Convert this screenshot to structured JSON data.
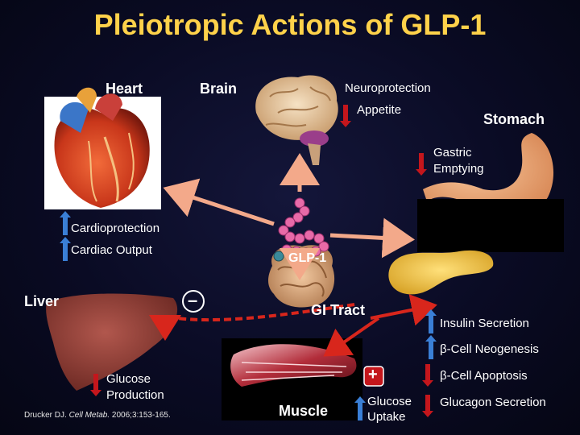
{
  "title": "Pleiotropic Actions of GLP-1",
  "center": {
    "label": "GLP-1",
    "gi_tract": "GI Tract"
  },
  "organs": {
    "heart": "Heart",
    "brain": "Brain",
    "stomach": "Stomach",
    "liver": "Liver",
    "muscle": "Muscle"
  },
  "effects": {
    "neuroprotection": "Neuroprotection",
    "appetite": "Appetite",
    "gastric_emptying_1": "Gastric",
    "gastric_emptying_2": "Emptying",
    "cardioprotection": "Cardioprotection",
    "cardiac_output": "Cardiac Output",
    "glucose_production_1": "Glucose",
    "glucose_production_2": "Production",
    "glucose_uptake_1": "Glucose",
    "glucose_uptake_2": "Uptake",
    "insulin_secretion": "Insulin Secretion",
    "beta_cell_neogenesis": "β-Cell Neogenesis",
    "beta_cell_apoptosis": "β-Cell Apoptosis",
    "glucagon_secretion": "Glucagon Secretion"
  },
  "symbols": {
    "minus": "–",
    "plus": "+"
  },
  "citation_prefix": "Drucker DJ. ",
  "citation_journal": "Cell Metab.",
  "citation_suffix": " 2006;3:153-165.",
  "colors": {
    "title": "#ffd24a",
    "up_arrow": "#3a7fd6",
    "down_arrow": "#c4161c",
    "pathway_arrow": "#f3a98a",
    "red_arrow": "#d8261c"
  }
}
